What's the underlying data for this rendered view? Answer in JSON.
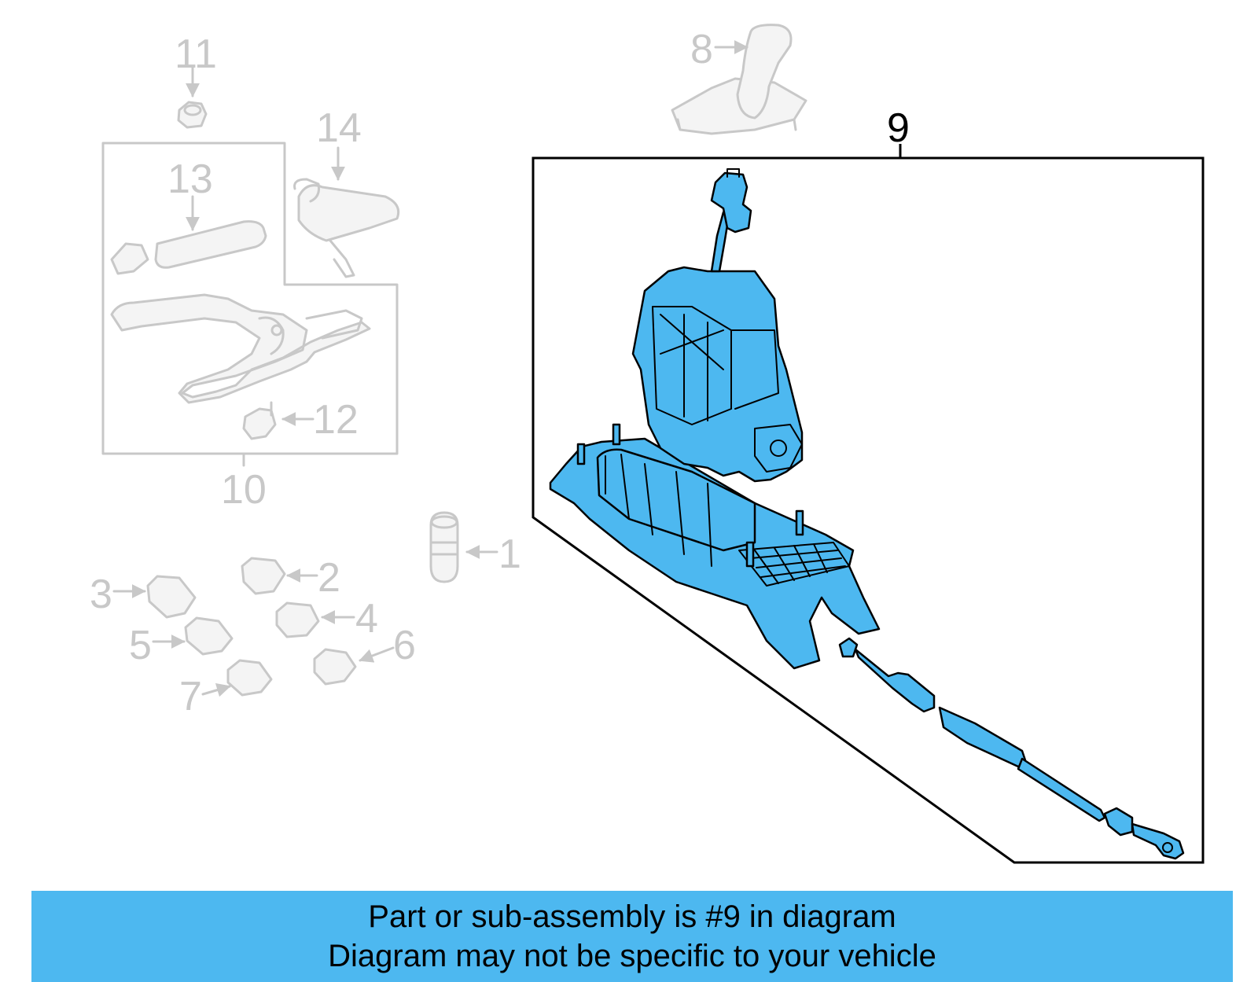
{
  "callouts": {
    "c1": "1",
    "c2": "2",
    "c3": "3",
    "c4": "4",
    "c5": "5",
    "c6": "6",
    "c7": "7",
    "c8": "8",
    "c9": "9",
    "c10": "10",
    "c11": "11",
    "c12": "12",
    "c13": "13",
    "c14": "14"
  },
  "highlighted_part": "9",
  "colors": {
    "highlight": "#4db8f0",
    "ghost": "#c8c8c8"
  },
  "banner": {
    "line1": "Part or sub-assembly is #9 in diagram",
    "line2": "Diagram may not be specific to your vehicle"
  }
}
